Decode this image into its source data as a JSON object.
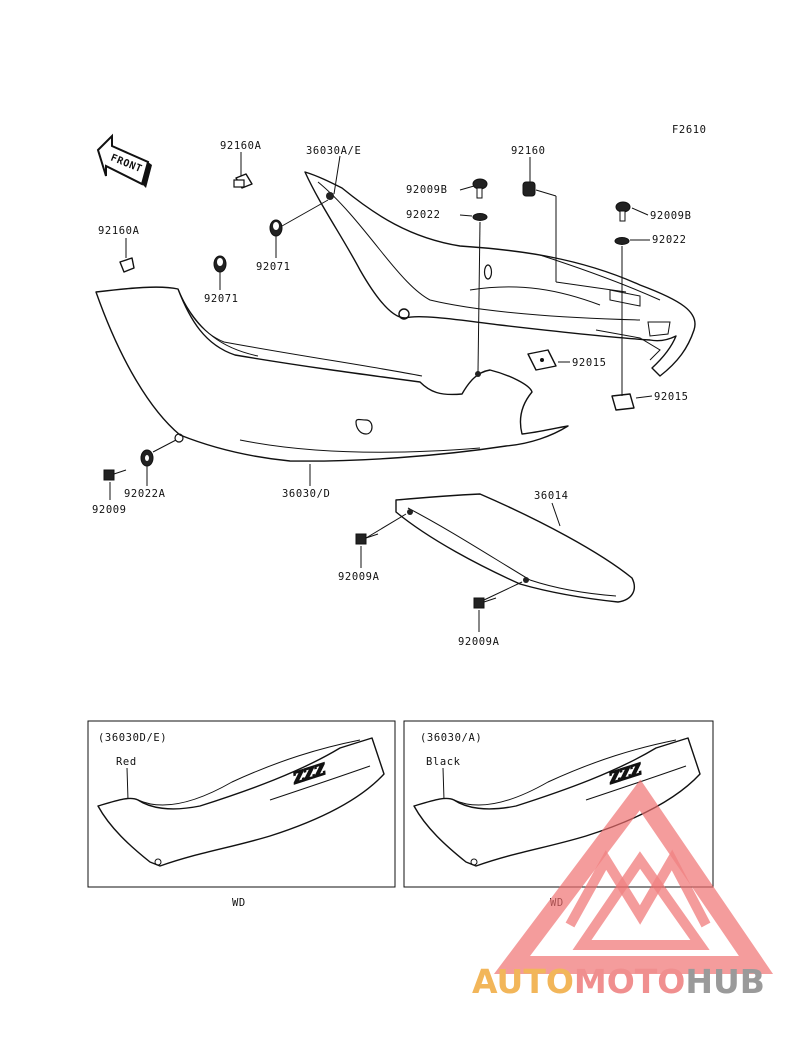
{
  "figure_code": "F2610",
  "front_arrow_label": "FRONT",
  "part_labels": {
    "p36030AE": "36030A/E",
    "p92160A_top": "92160A",
    "p92160": "92160",
    "p92009B_a": "92009B",
    "p92022_a": "92022",
    "p92009B_b": "92009B",
    "p92022_b": "92022",
    "p92160A_left": "92160A",
    "p92071_a": "92071",
    "p92071_b": "92071",
    "p92015_a": "92015",
    "p92015_b": "92015",
    "p92009": "92009",
    "p92022A": "92022A",
    "p36030D": "36030/D",
    "p36014": "36014",
    "p92009A_a": "92009A",
    "p92009A_b": "92009A"
  },
  "insets": [
    {
      "title": "(36030D/E)",
      "color_label": "Red",
      "caption": "WD"
    },
    {
      "title": "(36030/A)",
      "color_label": "Black",
      "caption": "WD"
    }
  ],
  "watermark": {
    "part1": "AUTO",
    "part2": "MOTO",
    "part3": "HUB",
    "colors": {
      "part1": "#f2b65a",
      "part2": "#f08f8f",
      "part3": "#9a9a9a",
      "logo": "#ef6e6e"
    }
  }
}
